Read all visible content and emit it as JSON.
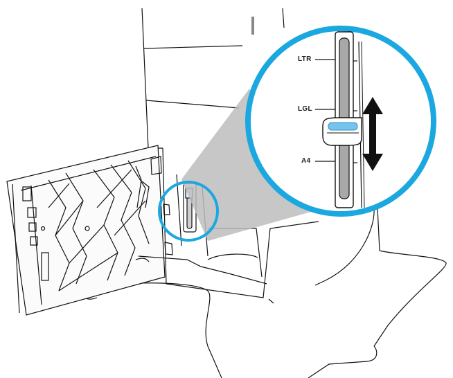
{
  "callout": {
    "sizes": [
      {
        "id": "ltr",
        "label": "LTR"
      },
      {
        "id": "lgl",
        "label": "LGL"
      },
      {
        "id": "a4",
        "label": "A4"
      }
    ]
  },
  "colors": {
    "highlight_ring": "#1ba8e0",
    "guide_tab": "#74c4ec",
    "zoom_cone": "#bdbdbd",
    "line": "#111111",
    "slot_fill": "#a8a8a8"
  },
  "icons": {
    "direction_arrow": "double-vertical-arrow-icon"
  }
}
